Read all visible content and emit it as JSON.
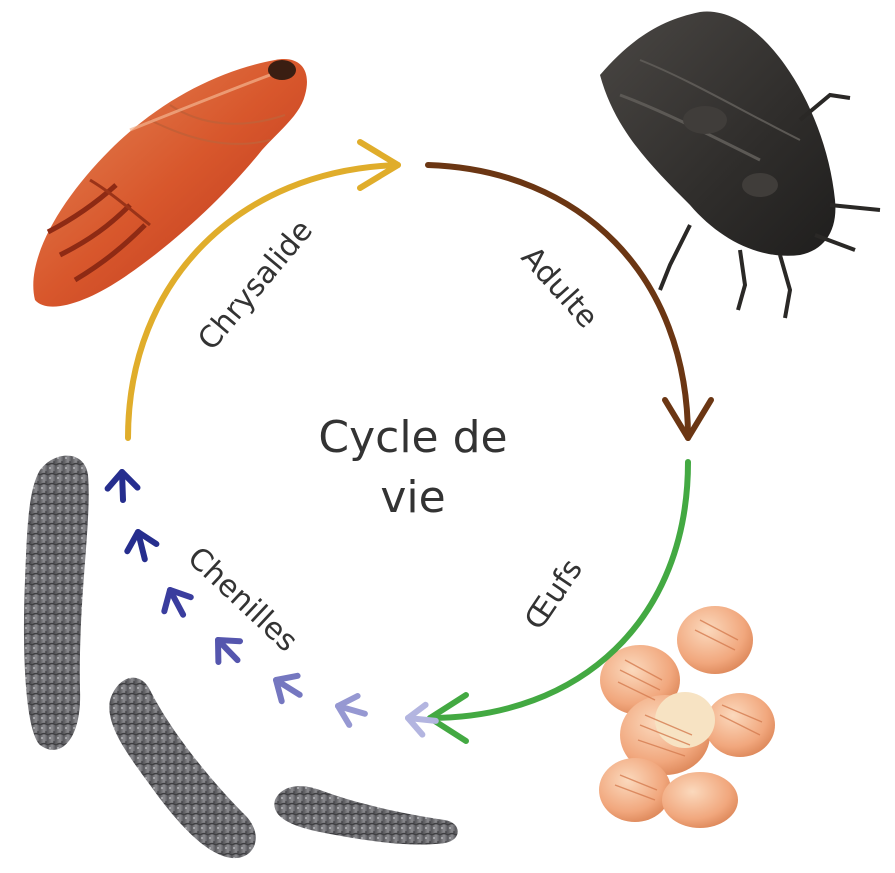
{
  "diagram": {
    "center_title_line1": "Cycle de",
    "center_title_line2": "vie",
    "stages": {
      "chrysalide": {
        "label": "Chrysalide",
        "color": "#E0AD2B",
        "image": "pupa-photo"
      },
      "adulte": {
        "label": "Adulte",
        "color": "#6B3613",
        "image": "moth-photo"
      },
      "oeufs": {
        "label": "Œufs",
        "color": "#43A942",
        "image": "eggs-photo"
      },
      "chenilles": {
        "label": "Chenilles",
        "colors": [
          "#B3B5E0",
          "#9698D2",
          "#7577C0",
          "#5556AE",
          "#3A3D9E",
          "#262E8E"
        ],
        "image": "caterpillars-photo"
      }
    }
  }
}
